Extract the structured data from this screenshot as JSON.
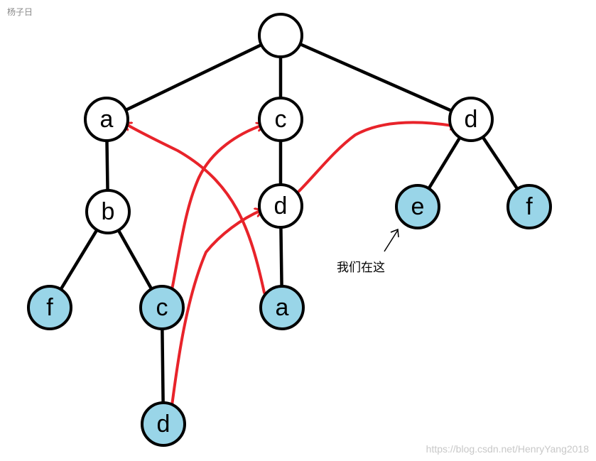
{
  "corner_label": "杨子日",
  "annotation": {
    "text": "我们在这"
  },
  "watermark": "https://blog.csdn.net/HenryYang2018",
  "colors": {
    "edge": "#000000",
    "arrow": "#e8232a",
    "leaf_fill": "#99d5e8",
    "node_fill": "#ffffff"
  },
  "nodes": [
    {
      "id": "root",
      "label": "",
      "highlighted": false
    },
    {
      "id": "a1",
      "label": "a",
      "highlighted": false
    },
    {
      "id": "c1",
      "label": "c",
      "highlighted": false
    },
    {
      "id": "d1",
      "label": "d",
      "highlighted": false
    },
    {
      "id": "b1",
      "label": "b",
      "highlighted": false
    },
    {
      "id": "d2",
      "label": "d",
      "highlighted": false
    },
    {
      "id": "e1",
      "label": "e",
      "highlighted": true
    },
    {
      "id": "f2",
      "label": "f",
      "highlighted": true
    },
    {
      "id": "f1",
      "label": "f",
      "highlighted": true
    },
    {
      "id": "c2",
      "label": "c",
      "highlighted": true
    },
    {
      "id": "a2",
      "label": "a",
      "highlighted": true
    },
    {
      "id": "d3",
      "label": "d",
      "highlighted": true
    }
  ],
  "edges": [
    {
      "from": "root",
      "to": "a1"
    },
    {
      "from": "root",
      "to": "c1"
    },
    {
      "from": "root",
      "to": "d1"
    },
    {
      "from": "a1",
      "to": "b1"
    },
    {
      "from": "b1",
      "to": "f1"
    },
    {
      "from": "b1",
      "to": "c2"
    },
    {
      "from": "c2",
      "to": "d3"
    },
    {
      "from": "c1",
      "to": "d2"
    },
    {
      "from": "d2",
      "to": "a2"
    },
    {
      "from": "d1",
      "to": "e1"
    },
    {
      "from": "d1",
      "to": "f2"
    }
  ],
  "links": [
    {
      "from": "a2",
      "to": "a1"
    },
    {
      "from": "c2",
      "to": "c1"
    },
    {
      "from": "d3",
      "to": "d2"
    },
    {
      "from": "d2",
      "to": "d1"
    }
  ]
}
